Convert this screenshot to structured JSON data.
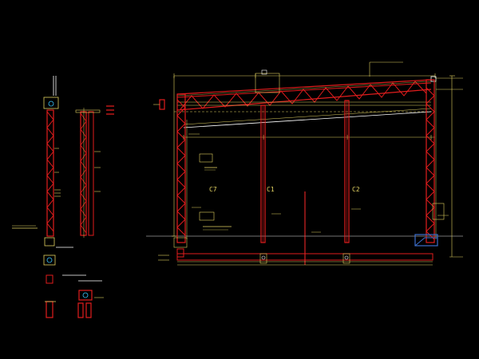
{
  "colors": {
    "background": "#000000",
    "steel": "#e11d1d",
    "dimension": "#e0d060",
    "secondary": "#ffffff",
    "annotation": "#39c6ff",
    "ground": "#9a9a9a",
    "baseplate": "#3d6ecc",
    "highlight": "#ff2a2a"
  },
  "labels": {
    "column_left": "C7",
    "column_mid": "C1",
    "column_right": "C2"
  }
}
